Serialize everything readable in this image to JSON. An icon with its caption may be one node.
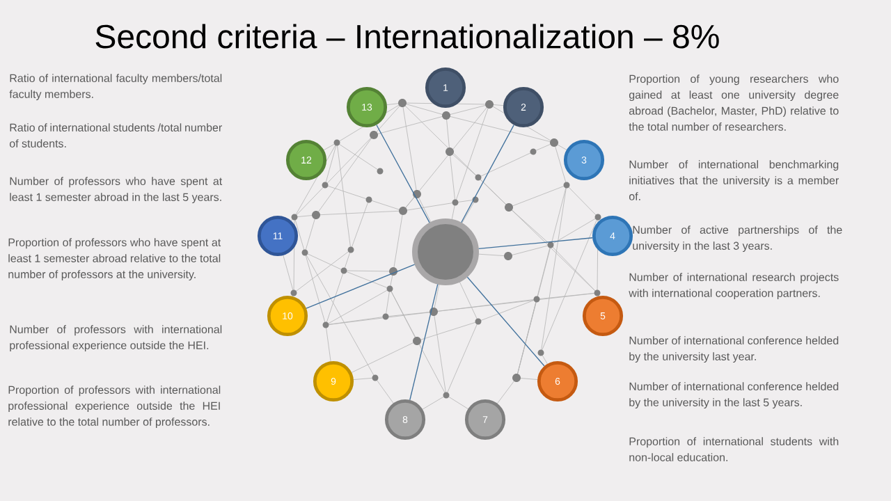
{
  "diagram": {
    "title": "Second criteria – Internationalization – 8%",
    "nodes": [
      {
        "text": [
          "1"
        ]
      },
      {
        "text": [
          "2"
        ]
      },
      {
        "text": [
          "3"
        ]
      },
      {
        "text": [
          "4"
        ]
      },
      {
        "text": [
          "5"
        ]
      },
      {
        "text": [
          "6"
        ]
      },
      {
        "text": [
          "7"
        ]
      },
      {
        "text": [
          "8"
        ]
      },
      {
        "text": [
          "9"
        ]
      },
      {
        "text": [
          "10"
        ]
      },
      {
        "text": [
          "11"
        ]
      },
      {
        "text": [
          "12"
        ]
      },
      {
        "text": [
          "13"
        ]
      },
      {
        "text": [],
        "shape": "circle"
      }
    ],
    "edges": [
      {
        "from": 13,
        "to": 12,
        "arrow": "none"
      },
      {
        "from": 13,
        "to": 1,
        "arrow": "none"
      },
      {
        "from": 13,
        "to": 3,
        "arrow": "none"
      },
      {
        "from": 13,
        "to": 9,
        "arrow": "none"
      },
      {
        "from": 13,
        "to": 7,
        "arrow": "none"
      },
      {
        "from": 13,
        "to": 5,
        "arrow": "none"
      }
    ],
    "labels": [
      "Ratio of international faculty members/total faculty members.",
      "Ratio of international students /total number of students.",
      "Number of professors who have spent at least 1 semester abroad in the last 5 years.",
      "Proportion of professors who have spent at least 1 semester abroad relative to the total number of professors at the university.",
      "Number of professors with international professional experience outside the HEI.",
      "Proportion of professors with international professional experience outside the HEI relative to the total number of professors.",
      "Proportion of young researchers who gained at least one university degree abroad (Bachelor, Master, PhD) relative to the total number of researchers.",
      "Number of international benchmarking initiatives that the university is a member of.",
      "Number of active partnerships of the university in the last 3 years.",
      "Number of international research projects with international cooperation partners.",
      "Number of international conference helded by the university last year.",
      "Number of international conference helded by the university in the last 5 years.",
      "Proportion of international students with non-local education."
    ]
  }
}
